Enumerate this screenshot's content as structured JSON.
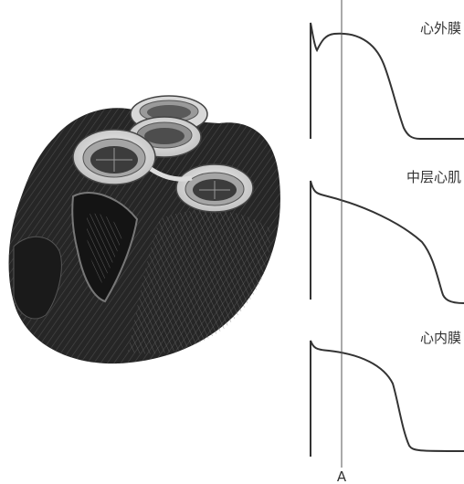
{
  "traces": [
    {
      "label": "心外膜"
    },
    {
      "label": "中层心肌"
    },
    {
      "label": "心内膜"
    }
  ],
  "marker": {
    "label": "A"
  },
  "colors": {
    "line": "#333333",
    "marker_line": "#555555",
    "heart_dark": "#1f1f1f",
    "heart_fiber": "#6a6a6a",
    "valve_light": "#eeeeee"
  }
}
